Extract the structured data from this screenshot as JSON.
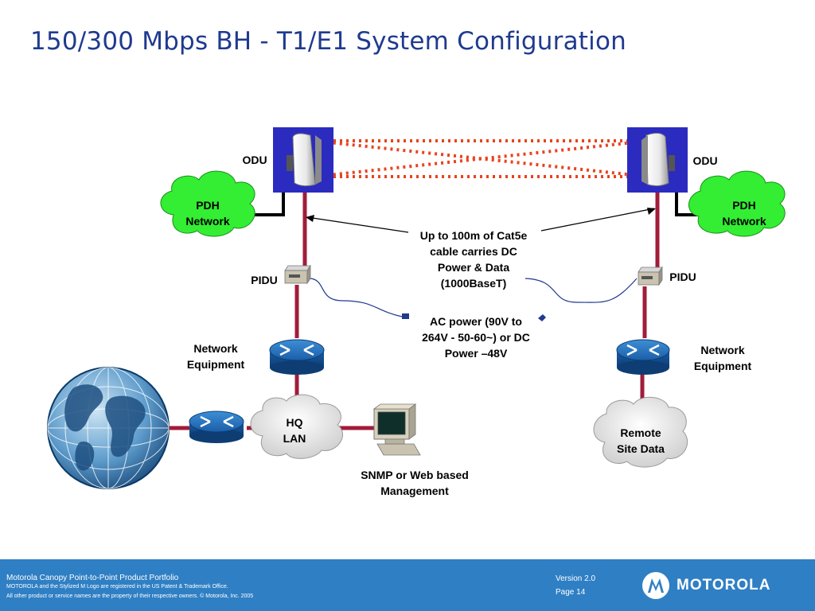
{
  "title": "150/300 Mbps BH - T1/E1 System Configuration",
  "labels": {
    "odu_left": "ODU",
    "odu_right": "ODU",
    "pdh_left": "PDH\nNetwork",
    "pdh_right": "PDH\nNetwork",
    "pidu_left": "PIDU",
    "pidu_right": "PIDU",
    "cable_note": "Up to 100m of Cat5e\ncable carries DC\nPower & Data\n(1000BaseT)",
    "power_note": "AC power (90V to\n264V - 50-60~) or DC\nPower –48V",
    "neteq_left": "Network\nEquipment",
    "neteq_right": "Network\nEquipment",
    "hq_lan": "HQ\nLAN",
    "remote_site": "Remote\nSite Data",
    "mgmt": "SNMP or Web based\nManagement"
  },
  "footer": {
    "line1": "Motorola Canopy Point-to-Point Product Portfolio",
    "line2": "MOTOROLA and the Stylized M Logo are registered in the US Patent & Trademark Office.",
    "line3": "All other product or service names are the property of their respective owners. © Motorola, Inc. 2005",
    "version": "Version 2.0",
    "page": "Page 14",
    "brand": "MOTOROLA"
  },
  "colors": {
    "title": "#1f3a8f",
    "cloud": "#33ee33",
    "cable": "#a11c3a",
    "link": "#e8431e",
    "footer_bg": "#2f7fc4"
  },
  "icons": {
    "odu": "antenna-unit-icon",
    "pidu": "power-injector-icon",
    "router": "router-icon",
    "globe": "globe-icon",
    "workstation": "computer-icon",
    "logo": "motorola-logo-icon"
  }
}
